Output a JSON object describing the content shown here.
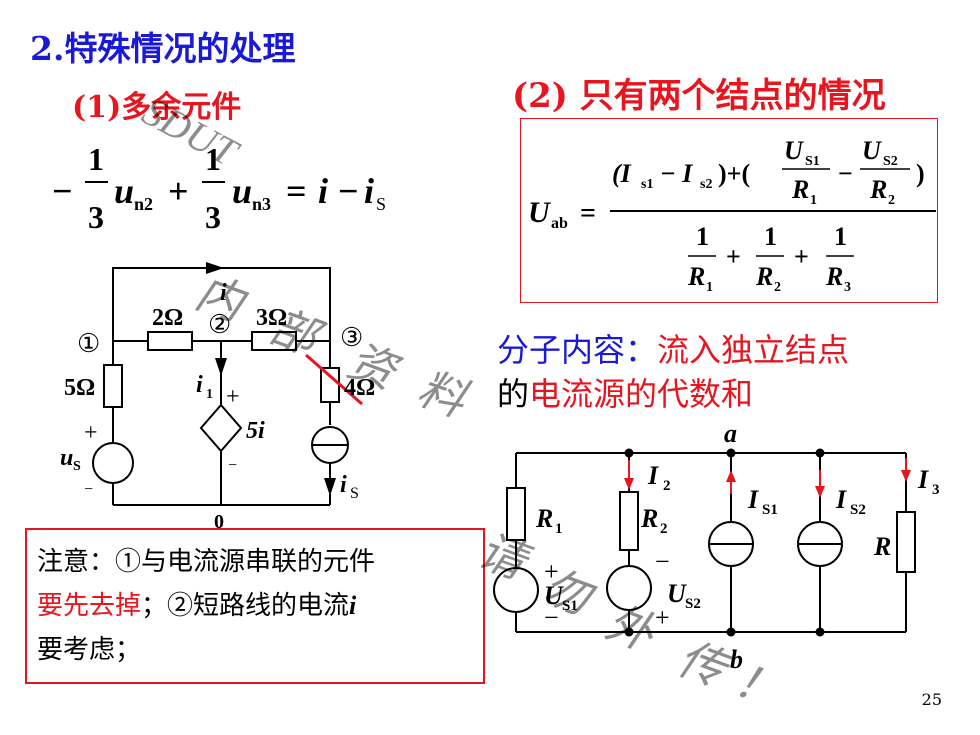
{
  "title": "2.特殊情况的处理",
  "sub1": "(1)多余元件",
  "sub2": "(2) 只有两个结点的情况",
  "eq1": {
    "minus": "−",
    "num1": "1",
    "den1": "3",
    "u1": "u",
    "u1_sub": "n2",
    "plus": "+",
    "num2": "1",
    "den2": "3",
    "u2": "u",
    "u2_sub": "n3",
    "equals": "=",
    "rhs_i": "i",
    "rhs_minus": "−",
    "rhs_is": "i",
    "rhs_is_sub": "S"
  },
  "formula": {
    "lhs": "U",
    "lhs_sub": "ab",
    "equals": "=",
    "num_left": "(I",
    "num_s1": "s1",
    "num_minus": " − I",
    "num_s2": "s2",
    "num_right": ")+(",
    "us1": "U",
    "us1_sub": "S1",
    "r1": "R",
    "r1_sub": "1",
    "mid_minus": "−",
    "us2": "U",
    "us2_sub": "S2",
    "r2": "R",
    "r2_sub": "2",
    "close": ")",
    "den_one": "1",
    "den_plus": "+",
    "dr1": "R",
    "dr1_sub": "1",
    "dr2": "R",
    "dr2_sub": "2",
    "dr3": "R",
    "dr3_sub": "3"
  },
  "desc": {
    "part1_blue": "分子内容：",
    "part2_red": "流入独立结点",
    "part3_black": "的",
    "part4_red": "电流源的代数和"
  },
  "note": {
    "line1": "注意：①与电流源串联的元件",
    "line2_red": "要先去掉",
    "line2_black": "；②短路线的电流",
    "line2_italic": "i",
    "line3": "要考虑；"
  },
  "circuit1": {
    "node1": "①",
    "node2": "②",
    "node3": "③",
    "r_2ohm": "2Ω",
    "r_3ohm": "3Ω",
    "r_5ohm": "5Ω",
    "r_4ohm": "4Ω",
    "i_top": "i",
    "i1": "i",
    "i1_sub": "1",
    "dep_src": "5i",
    "us": "u",
    "us_sub": "S",
    "is": "i",
    "is_sub": "S",
    "plus": "+",
    "minus": "−",
    "ground": "0"
  },
  "circuit2": {
    "a": "a",
    "b": "b",
    "R1": "R",
    "R1_sub": "1",
    "R2": "R",
    "R2_sub": "2",
    "R3": "R",
    "I2": "I",
    "I2_sub": "2",
    "I3": "I",
    "I3_sub": "3",
    "IS1": "I",
    "IS1_sub": "S1",
    "IS2": "I",
    "IS2_sub": "S2",
    "US1": "U",
    "US1_sub": "S1",
    "US2": "U",
    "US2_sub": "S2",
    "plus": "+",
    "minus": "−"
  },
  "watermark": {
    "sdut": "SDUT",
    "w1": "内",
    "w2": "部",
    "w3": "资",
    "w4": "料",
    "w5": "请",
    "w6": "勿",
    "w7": "外",
    "w8": "传",
    "w9": "！"
  },
  "page_number": "25",
  "colors": {
    "blue": "#1a1ad6",
    "red": "#e8141e",
    "black": "#000000"
  }
}
